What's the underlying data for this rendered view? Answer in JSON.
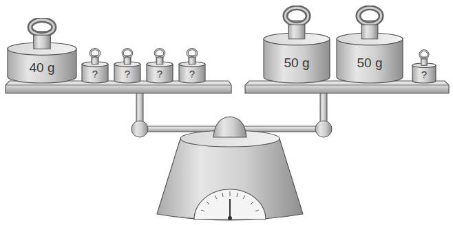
{
  "diagram": {
    "nodes": [
      {
        "text": [
          "40 g"
        ]
      },
      {
        "text": [
          "?"
        ]
      },
      {
        "text": [
          "?"
        ]
      },
      {
        "text": [
          "?"
        ]
      },
      {
        "text": [
          "?"
        ]
      },
      {
        "text": [
          "50 g"
        ]
      },
      {
        "text": [
          "50 g"
        ]
      },
      {
        "text": [
          "?"
        ]
      }
    ]
  }
}
